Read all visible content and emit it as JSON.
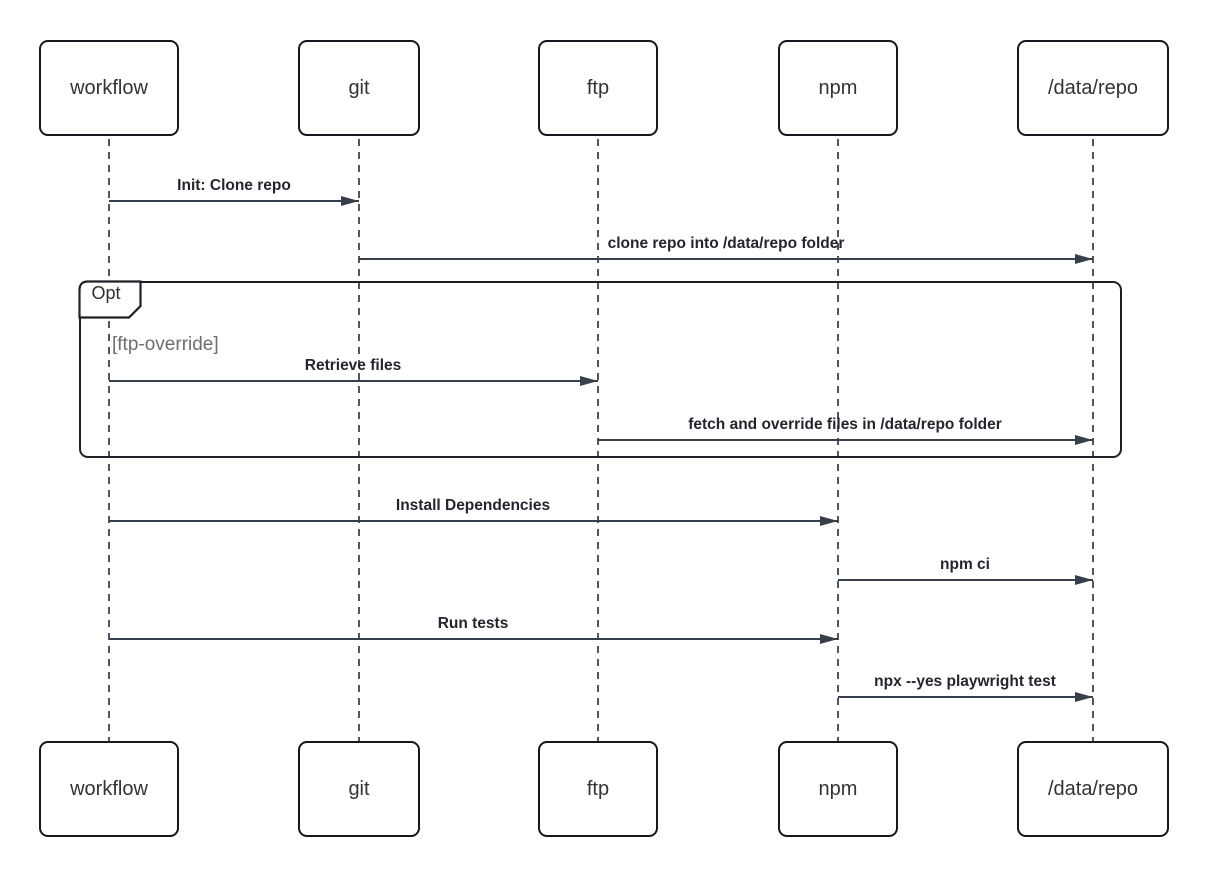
{
  "diagram": {
    "type": "sequence",
    "actors": [
      {
        "id": "workflow",
        "label": "workflow"
      },
      {
        "id": "git",
        "label": "git"
      },
      {
        "id": "ftp",
        "label": "ftp"
      },
      {
        "id": "npm",
        "label": "npm"
      },
      {
        "id": "repo",
        "label": "/data/repo"
      }
    ],
    "messages": [
      {
        "from": "workflow",
        "to": "git",
        "label": "Init: Clone repo"
      },
      {
        "from": "git",
        "to": "repo",
        "label": "clone repo into /data/repo folder"
      },
      {
        "from": "workflow",
        "to": "ftp",
        "label": "Retrieve files"
      },
      {
        "from": "ftp",
        "to": "repo",
        "label": "fetch and override files in /data/repo folder"
      },
      {
        "from": "workflow",
        "to": "npm",
        "label": "Install Dependencies"
      },
      {
        "from": "npm",
        "to": "repo",
        "label": "npm ci"
      },
      {
        "from": "workflow",
        "to": "npm",
        "label": "Run tests"
      },
      {
        "from": "npm",
        "to": "repo",
        "label": "npx --yes playwright test"
      }
    ],
    "fragment": {
      "keyword": "Opt",
      "guard": "[ftp-override]",
      "contains": [
        "Retrieve files",
        "fetch and override files in /data/repo folder"
      ]
    }
  },
  "colors": {
    "background": "#ffffff",
    "actor_border": "#15181c",
    "actor_text": "#333333",
    "message_line": "#383f4c",
    "message_text": "#23262e",
    "lifeline": "#53565e",
    "fragment_border": "#1d2127",
    "guard_text": "#6e6e6e"
  }
}
